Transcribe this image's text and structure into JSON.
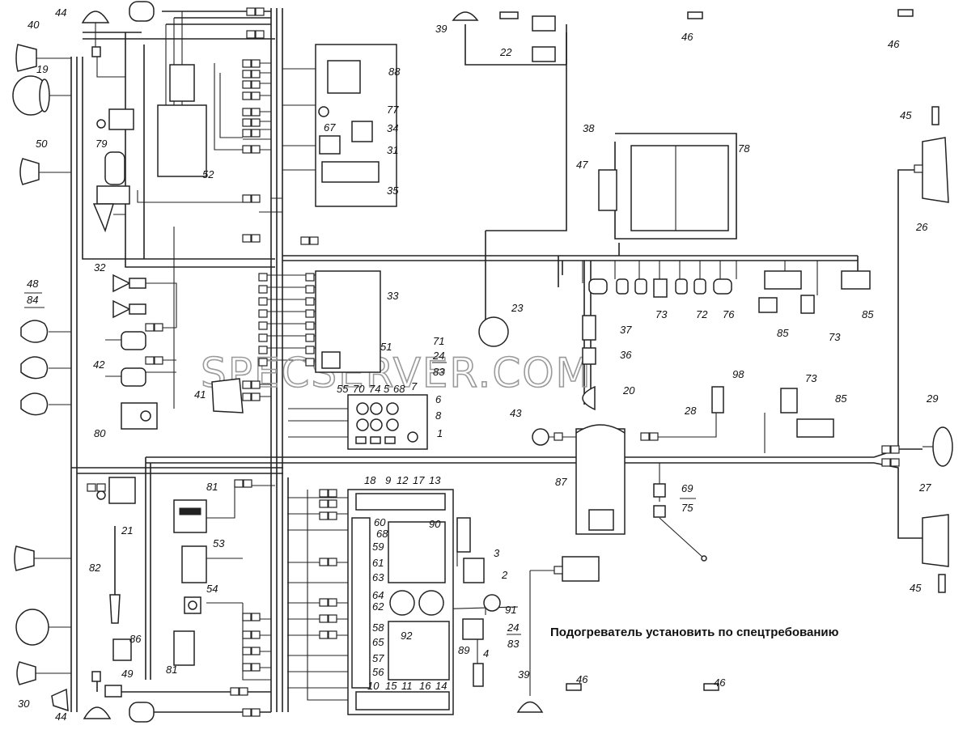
{
  "labels": {
    "l1": "1",
    "l2": "2",
    "l3": "3",
    "l4": "4",
    "l5": "5",
    "l6": "6",
    "l7": "7",
    "l8": "8",
    "l9": "9",
    "l10": "10",
    "l11": "11",
    "l12": "12",
    "l13": "13",
    "l14": "14",
    "l15": "15",
    "l16": "16",
    "l17": "17",
    "l18": "18",
    "l19": "19",
    "l20": "20",
    "l21": "21",
    "l22": "22",
    "l23": "23",
    "l24": "24",
    "l26": "26",
    "l27": "27",
    "l28": "28",
    "l29": "29",
    "l30": "30",
    "l31": "31",
    "l32": "32",
    "l33": "33",
    "l34": "34",
    "l35": "35",
    "l36": "36",
    "l37": "37",
    "l38": "38",
    "l39": "39",
    "l40": "40",
    "l41": "41",
    "l42": "42",
    "l43": "43",
    "l44": "44",
    "l45": "45",
    "l46": "46",
    "l47": "47",
    "l48": "48",
    "l49": "49",
    "l50": "50",
    "l51": "51",
    "l52": "52",
    "l53": "53",
    "l54": "54",
    "l55": "55",
    "l56": "56",
    "l57": "57",
    "l58": "58",
    "l59": "59",
    "l60": "60",
    "l61": "61",
    "l62": "62",
    "l63": "63",
    "l64": "64",
    "l65": "65",
    "l67": "67",
    "l68": "68",
    "l69": "69",
    "l70": "70",
    "l71": "71",
    "l72": "72",
    "l73": "73",
    "l74": "74",
    "l75": "75",
    "l76": "76",
    "l77": "77",
    "l78": "78",
    "l79": "79",
    "l80": "80",
    "l81": "81",
    "l82": "82",
    "l83": "83",
    "l84": "84",
    "l85": "85",
    "l86": "86",
    "l87": "87",
    "l88": "88",
    "l89": "89",
    "l90": "90",
    "l91": "91",
    "l92": "92",
    "l98": "98"
  },
  "note": "Подогреватель установить по спецтребованию",
  "watermark": "SPECSERVER.COM"
}
